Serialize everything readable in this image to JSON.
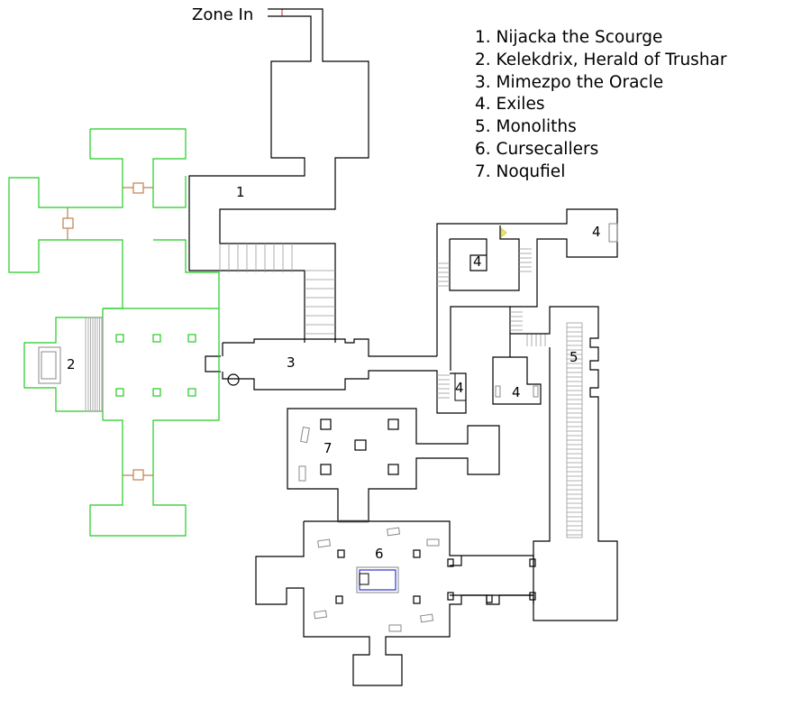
{
  "zone_in_label": "Zone In",
  "legend": [
    "1. Nijacka the Scourge",
    "2. Kelekdrix, Herald of Trushar",
    "3. Mimezpo the Oracle",
    "4. Exiles",
    "5. Monoliths",
    "6. Cursecallers",
    "7. Noqufiel"
  ],
  "markers": {
    "m1": "1",
    "m2": "2",
    "m3": "3",
    "m4a": "4",
    "m4b": "4",
    "m4c": "4",
    "m4d": "4",
    "m5": "5",
    "m6": "6",
    "m7": "7"
  },
  "colors": {
    "walls": "#000000",
    "alt_level_walls": "#22cc22",
    "stairs": "#999999",
    "doors": "#c08050",
    "altar": "#3333cc",
    "highlight": "#e8e070"
  }
}
